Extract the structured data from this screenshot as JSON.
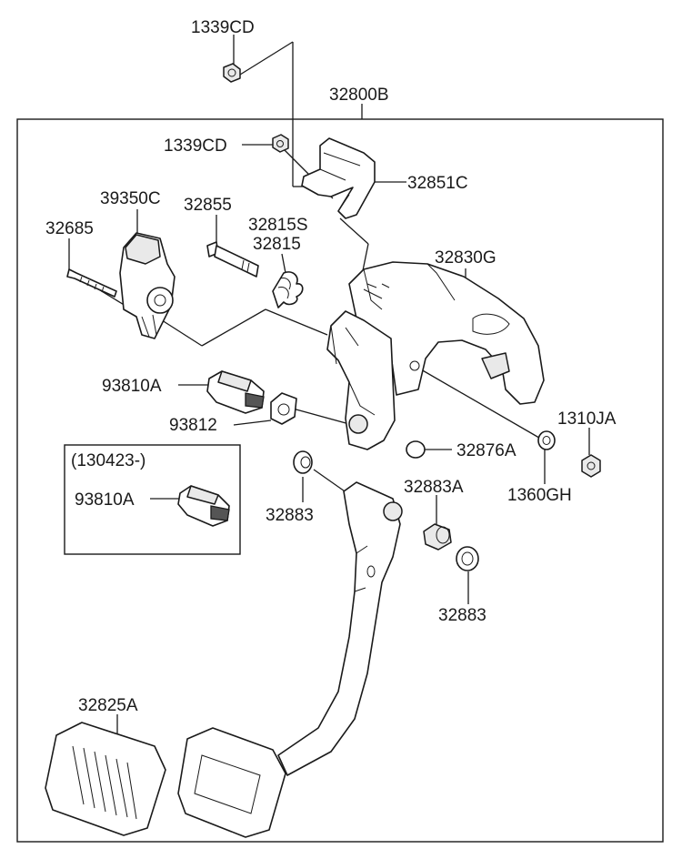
{
  "diagram": {
    "assembly_label": "32800B",
    "inset_label": "(130423-)",
    "parts": {
      "nut_top": "1339CD",
      "nut_mid": "1339CD",
      "bracket": "32851C",
      "sensor": "39350C",
      "screw": "32685",
      "bolt": "32855",
      "spring_s": "32815S",
      "spring": "32815",
      "member": "32830G",
      "switch": "93810A",
      "switch_clip": "93812",
      "stopper": "32876A",
      "nut_right": "1310JA",
      "washer": "1360GH",
      "bushing_left": "32883",
      "collar": "32883A",
      "bushing_right": "32883",
      "pad": "32825A",
      "inset_switch": "93810A"
    }
  }
}
